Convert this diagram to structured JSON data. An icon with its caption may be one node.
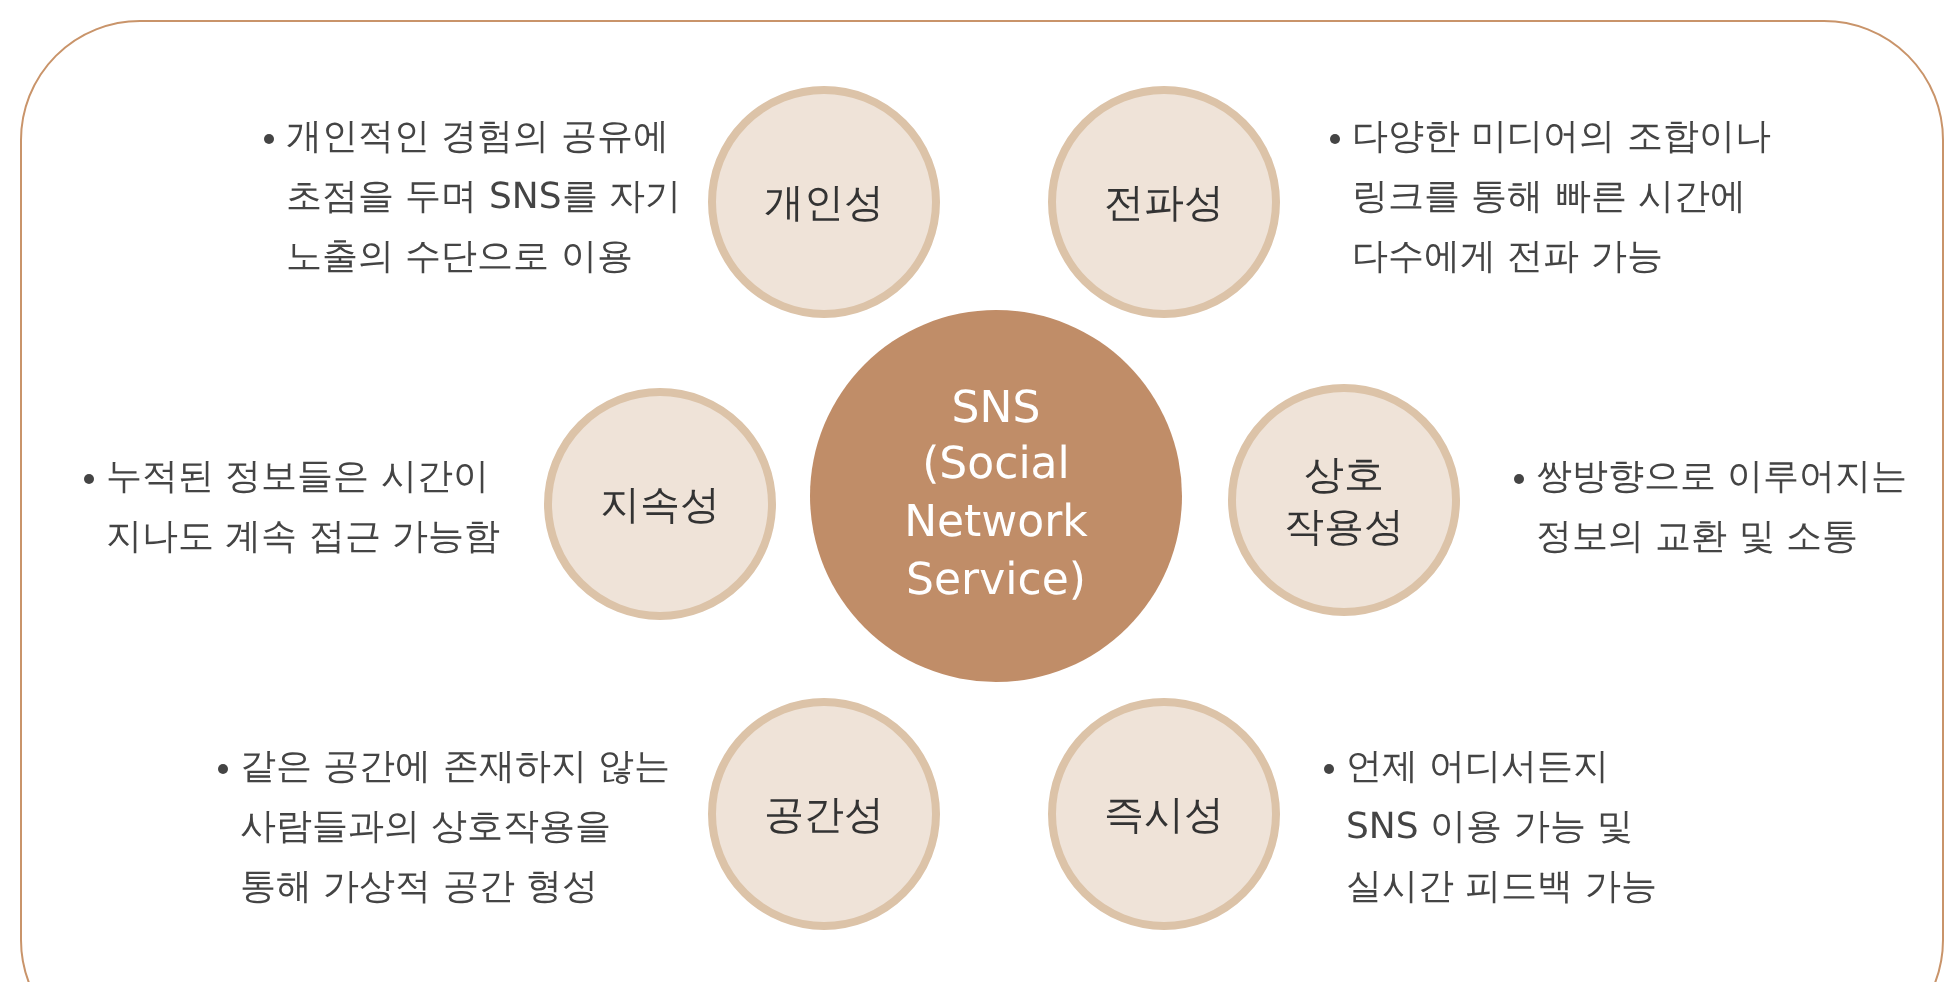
{
  "diagram": {
    "nodes": [
      {
        "text": [
          "SNS (Social Network Service)"
        ]
      },
      {
        "text": [
          "개인성"
        ],
        "beside": [
          "개인적인 경험의 공유에 초점을 두며 SNS를 자기 노출의 수단으로 이용"
        ]
      },
      {
        "text": [
          "전파성"
        ],
        "beside": [
          "다양한 미디어의 조합이나 링크를 통해 빠른 시간에 다수에게 전파 가능"
        ]
      },
      {
        "text": [
          "지속성"
        ],
        "beside": [
          "누적된 정보들은 시간이 지나도 계속 접근 가능함"
        ]
      },
      {
        "text": [
          "상호 작용성"
        ],
        "beside": [
          "쌍방향으로 이루어지는 정보의 교환 및 소통"
        ]
      },
      {
        "text": [
          "공간성"
        ],
        "beside": [
          "같은 공간에 존재하지 않는 사람들과의 상호작용을 통해 가상적 공간 형성"
        ]
      },
      {
        "text": [
          "즉시성"
        ],
        "beside": [
          "언제 어디서든지 SNS 이용 가능 및 실시간 피드백 가능"
        ]
      }
    ]
  }
}
